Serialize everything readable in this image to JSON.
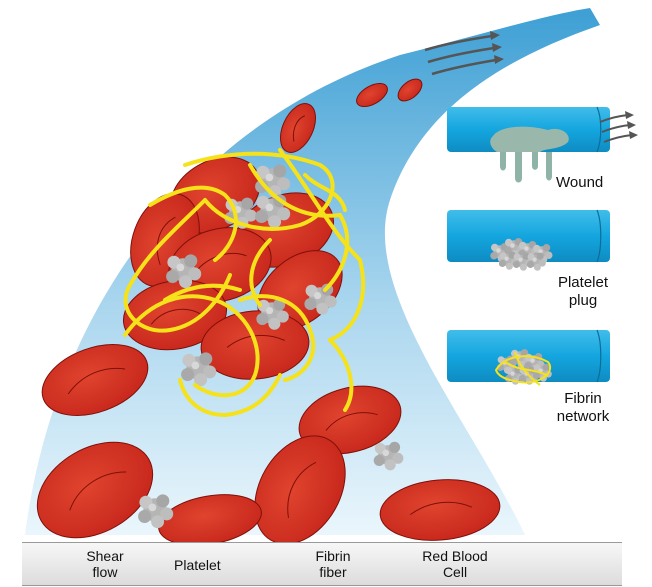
{
  "labels": {
    "wound": "Wound",
    "platelet_plug_1": "Platelet",
    "platelet_plug_2": "plug",
    "fibrin_network_1": "Fibrin",
    "fibrin_network_2": "network"
  },
  "legend": {
    "shear_1": "Shear",
    "shear_2": "flow",
    "platelet": "Platelet",
    "fibrin_1": "Fibrin",
    "fibrin_2": "fiber",
    "rbc_1": "Red Blood",
    "rbc_2": "Cell"
  },
  "colors": {
    "vessel_top": "#3d9fd4",
    "vessel_bottom": "#eaf6fc",
    "rbc": "#d32b1f",
    "rbc_edge": "#7e1009",
    "fibrin": "#f5e21a",
    "platelet": "#a9a9a9",
    "tube": "#16a7e0",
    "wound_fluid": "#8fb3a6",
    "arrow": "#555555"
  }
}
